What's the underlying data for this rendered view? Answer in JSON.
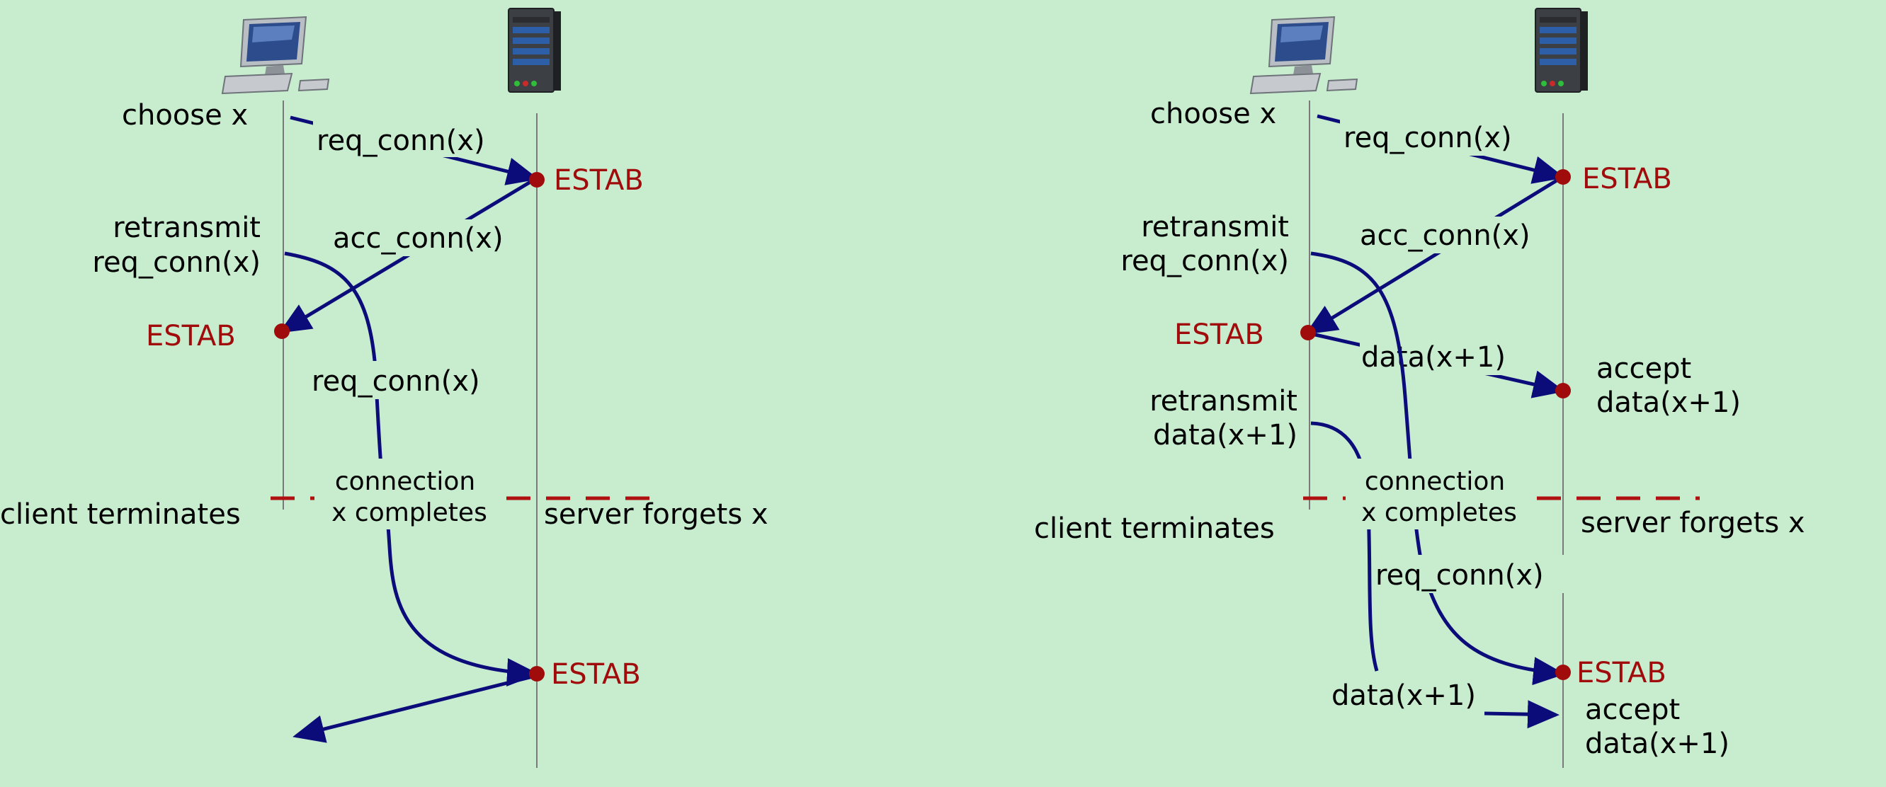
{
  "colors": {
    "background": "#c8ecce",
    "message_arrow": "#0b0b7a",
    "state_text": "#a00c0c",
    "timeout_dash": "#b01010"
  },
  "icons": {
    "client": "desktop-computer-icon",
    "server": "server-tower-icon"
  },
  "left": {
    "choose": "choose x",
    "req1": "req_conn(x)",
    "estab_server": "ESTAB",
    "retransmit": [
      "retransmit",
      "req_conn(x)"
    ],
    "acc": "acc_conn(x)",
    "estab_client": "ESTAB",
    "req2": "req_conn(x)",
    "client_terminates": "client terminates",
    "connection_completes": [
      "connection",
      "x completes"
    ],
    "server_forgets": "server forgets x",
    "estab_server2": "ESTAB"
  },
  "right": {
    "choose": "choose x",
    "req1": "req_conn(x)",
    "estab_server": "ESTAB",
    "retransmit": [
      "retransmit",
      "req_conn(x)"
    ],
    "acc": "acc_conn(x)",
    "estab_client": "ESTAB",
    "data1": "data(x+1)",
    "accept1": [
      "accept",
      "data(x+1)"
    ],
    "retransmit_data": [
      "retransmit",
      "data(x+1)"
    ],
    "connection_completes": [
      "connection",
      "x completes"
    ],
    "client_terminates": "client terminates",
    "server_forgets": "server forgets x",
    "req2": "req_conn(x)",
    "estab_server2": "ESTAB",
    "data2": "data(x+1)",
    "accept2": [
      "accept",
      "data(x+1)"
    ]
  }
}
